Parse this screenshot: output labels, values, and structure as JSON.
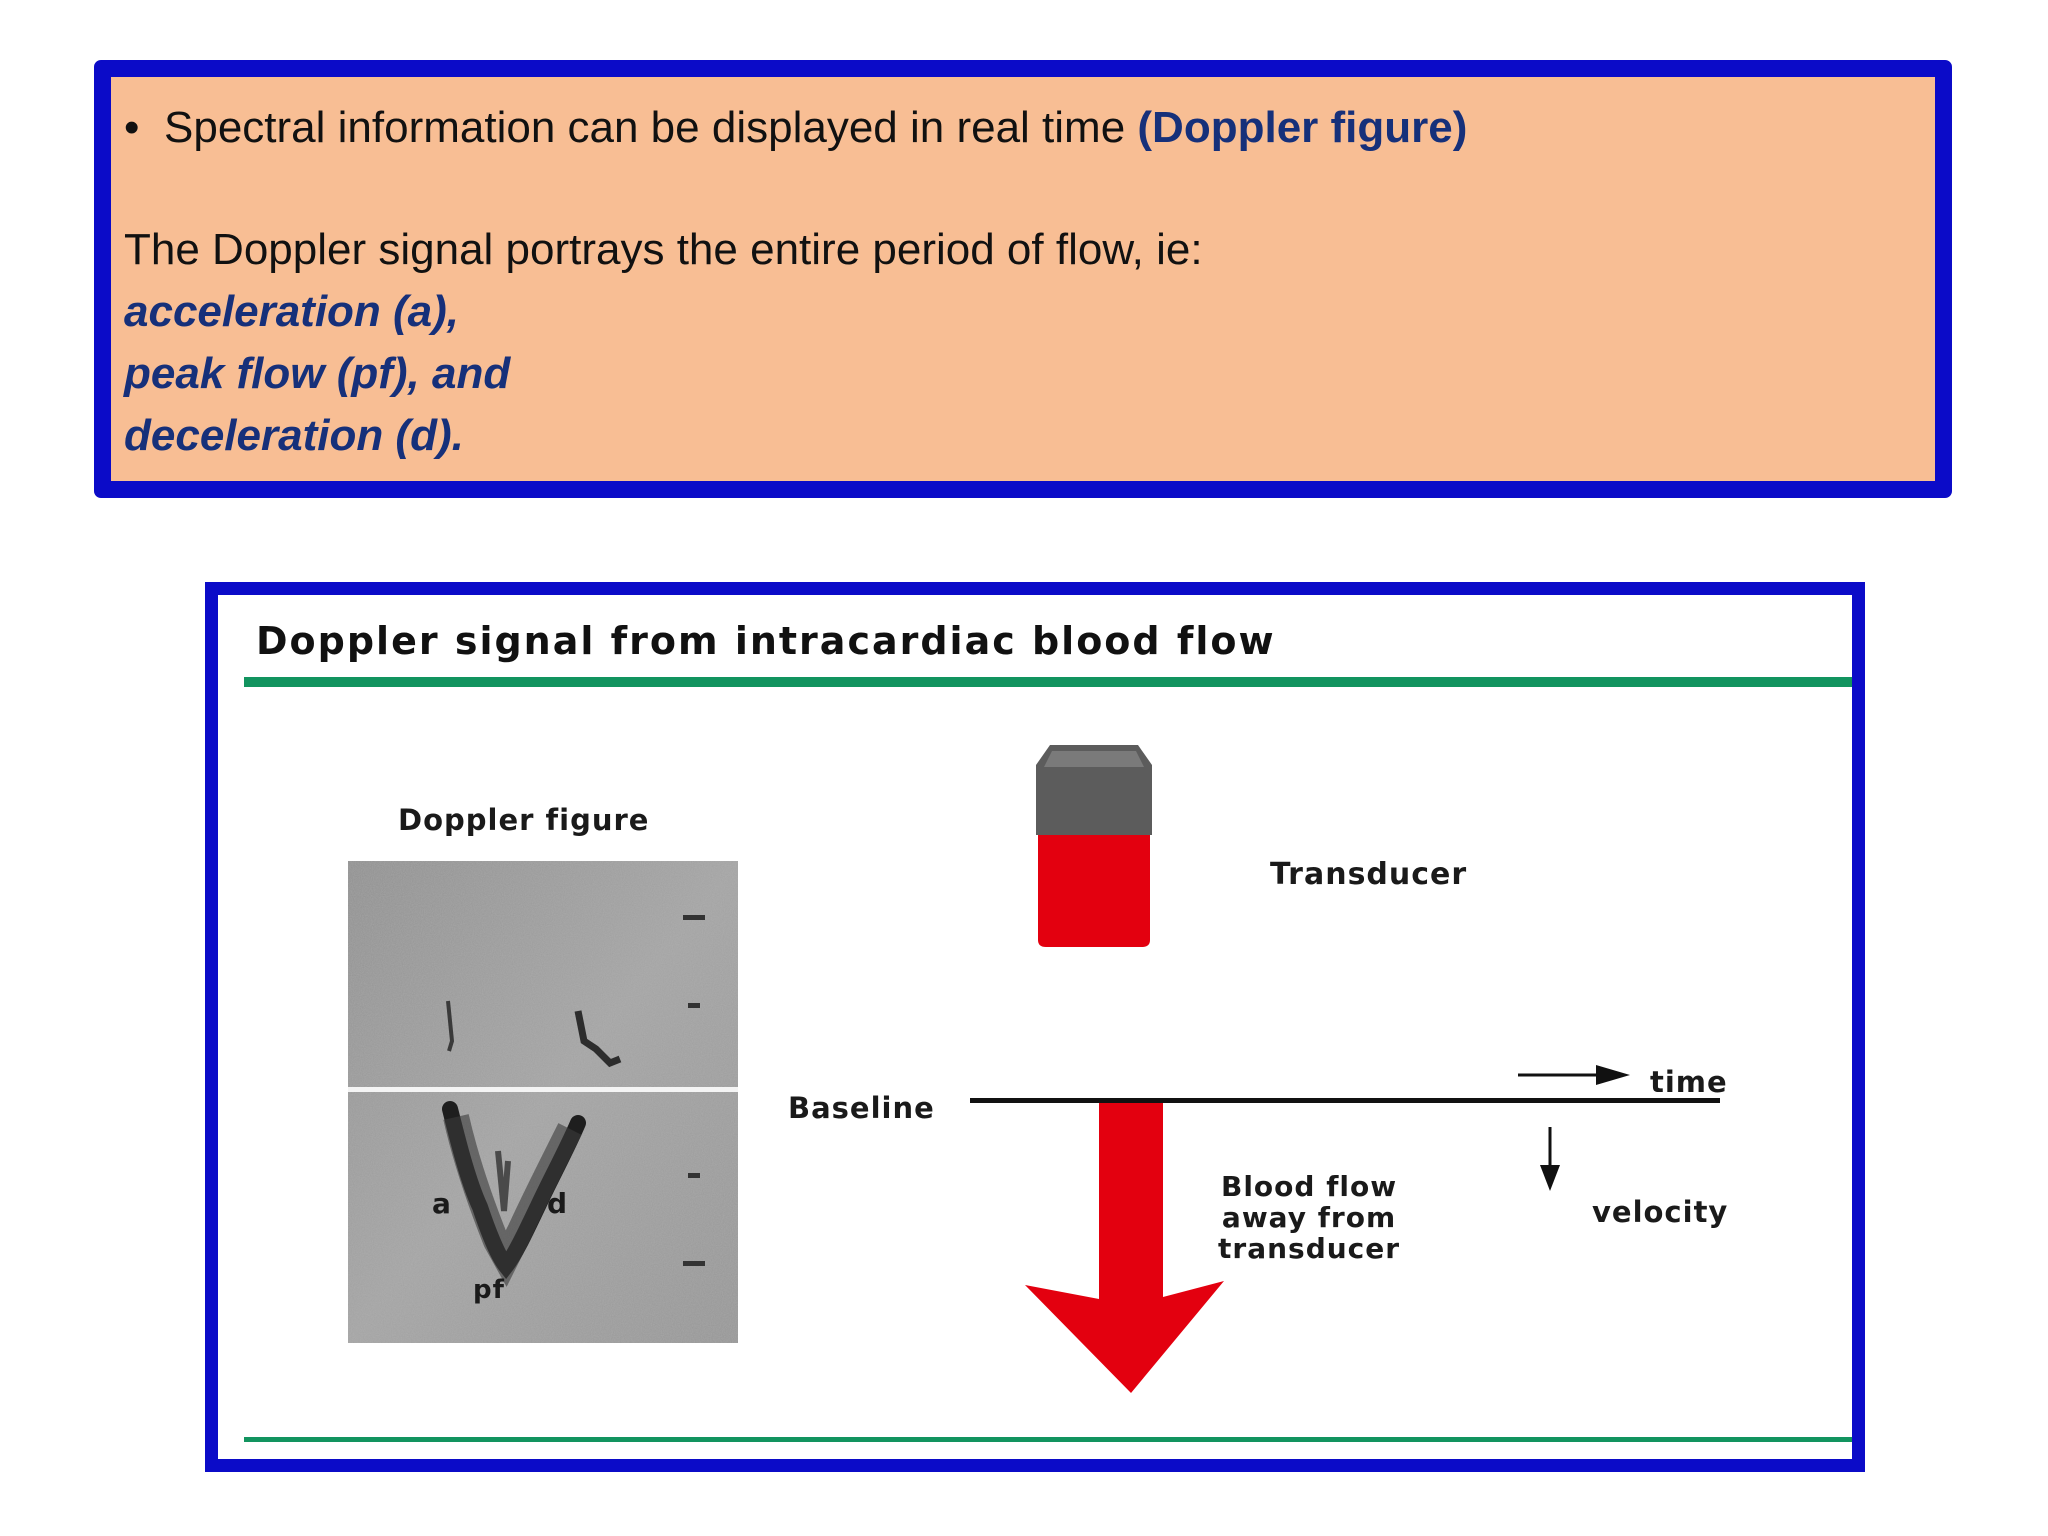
{
  "slide": {
    "bullet_text": "Spectral information can be displayed in real time ",
    "bullet_emphasis": "(Doppler figure)",
    "intro_text": "The Doppler signal portrays the entire period of flow, ie:",
    "terms": [
      "acceleration (a),",
      "peak flow (pf), and",
      "deceleration (d)."
    ]
  },
  "figure": {
    "title": "Doppler signal from intracardiac blood flow",
    "doppler_figure_label": "Doppler figure",
    "spectrum_labels": {
      "a": "a",
      "d": "d",
      "pf": "pf"
    },
    "transducer_label": "Transducer",
    "baseline_label": "Baseline",
    "time_label": "time",
    "blood_flow_label": "Blood flow\naway from\ntransducer",
    "velocity_label": "velocity"
  },
  "colors": {
    "text_box_fill": "#f8be94",
    "frame_blue": "#0b0bc8",
    "emphasis_navy": "#16307a",
    "rule_green": "#12945f",
    "arrow_red": "#e3000f",
    "transducer_cap": "#5a5a5a"
  }
}
